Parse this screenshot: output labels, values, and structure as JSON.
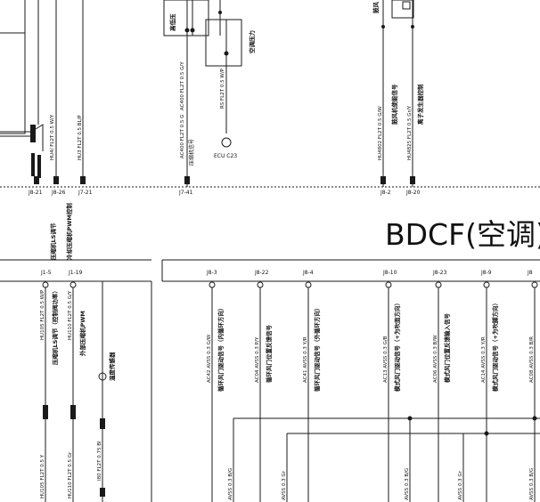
{
  "title": "BDCF(空调)",
  "top": {
    "labels": [
      {
        "id": "t1",
        "text": "HU4/ FL2T 0.5 W/Y"
      },
      {
        "id": "t2",
        "text": "HU3 FL2T 0.5 BL/P"
      },
      {
        "id": "t3",
        "text": "AC400 FL2T 0.5 G/Y"
      },
      {
        "id": "t4",
        "text": "RS FL2T 0.5 W/P"
      },
      {
        "id": "t5",
        "text": "AC400 FL2T 0.5 G"
      },
      {
        "id": "t6",
        "text": "压缩机信号"
      },
      {
        "id": "t7",
        "text": "ECU C23"
      },
      {
        "id": "t8",
        "text": "空调压力"
      },
      {
        "id": "t9",
        "text": "高低压"
      },
      {
        "id": "t10",
        "text": "HU4802 FL2T 0.5 G/W"
      },
      {
        "id": "t11",
        "text": "鼓风机使能信号"
      },
      {
        "id": "t12",
        "text": "HU4825 FL2T 0.5 Gr/Y"
      },
      {
        "id": "t13",
        "text": "离子发生器控制"
      },
      {
        "id": "t14",
        "text": "鼓风"
      }
    ],
    "pins": [
      "J8-21",
      "J8-26",
      "J7-21",
      "J7-41",
      "J8-2",
      "J8-20"
    ]
  },
  "middle_left": {
    "header_labels": [
      "压缩机LS调节",
      "冷却压缩机PWM控制"
    ],
    "pins": [
      "J1-5",
      "J1-19"
    ],
    "labels": [
      {
        "id": "m1",
        "text": "HU105 FL2T 0.5 W/P"
      },
      {
        "id": "m2",
        "text": "压缩机LS调节（控制阀功率）"
      },
      {
        "id": "m3",
        "text": "HU110 FL2T 0.5 G/Y"
      },
      {
        "id": "m4",
        "text": "外部压缩机PWM"
      },
      {
        "id": "m5",
        "text": "温度传感器"
      },
      {
        "id": "m6",
        "text": "HU105 FL2T 0.5 Y"
      },
      {
        "id": "m7",
        "text": "HU110 FL2T 0.5 Gr"
      },
      {
        "id": "m8",
        "text": "I80 FL2T 0.75 Bl"
      }
    ]
  },
  "right": {
    "pins": [
      "J8-3",
      "J8-22",
      "J8-4",
      "J8-10",
      "J8-23",
      "J8-9",
      "J8"
    ],
    "labels": [
      {
        "id": "r1",
        "text": "AC42 AVSS 0.3 G/W"
      },
      {
        "id": "r2",
        "text": "循环风门驱动信号（内循环方向）"
      },
      {
        "id": "r3",
        "text": "AC04 AVSS 0.3 P/Y"
      },
      {
        "id": "r4",
        "text": "循环风门位置反馈信号"
      },
      {
        "id": "r5",
        "text": "AC41 AVSS 0.3 Y/R"
      },
      {
        "id": "r6",
        "text": "循环风门驱动信号（外循环方向）"
      },
      {
        "id": "r7",
        "text": "AC13 AVSS 0.3 G/B"
      },
      {
        "id": "r8",
        "text": "模式风门驱动信号（+为吹面方向）"
      },
      {
        "id": "r9",
        "text": "AC06 AVSS 0.3 B/W"
      },
      {
        "id": "r10",
        "text": "模式风门位置反馈输入信号"
      },
      {
        "id": "r11",
        "text": "AC14 AVSS 0.3 Y/R"
      },
      {
        "id": "r12",
        "text": "模式风门驱动信号（+为吹脚方向）"
      },
      {
        "id": "r13",
        "text": "AC08 AVSS 0.3 B/R"
      }
    ],
    "bottom_labels": [
      "AVSS 0.3 B/G",
      "AVSS 0.3 Gr",
      "AVSS 0.3 B/G",
      "AVSS 0.3 Gr",
      "AVSS 0.3 B/G"
    ]
  }
}
